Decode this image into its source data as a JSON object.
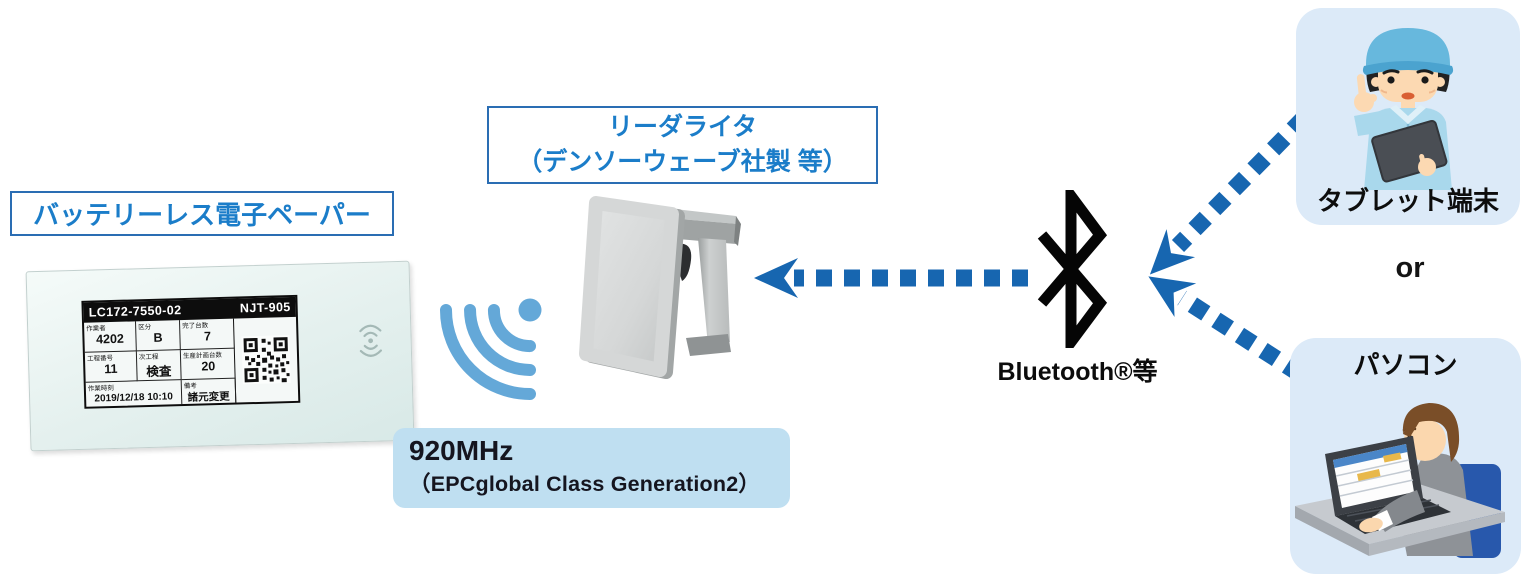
{
  "diagram": {
    "epaper": {
      "title": "バッテリーレス電子ペーパー",
      "display": {
        "header_left": "LC172-7550-02",
        "header_right": "NJT-905",
        "cells": [
          {
            "label": "作業者",
            "value": "4202"
          },
          {
            "label": "区分",
            "value": "B"
          },
          {
            "label": "完了台数",
            "value": "7"
          },
          {
            "label": "工程番号",
            "value": "11"
          },
          {
            "label": "次工程",
            "value": "検査"
          },
          {
            "label": "生産計画台数",
            "value": "20"
          },
          {
            "label": "作業時刻",
            "value": "2019/12/18 10:10"
          },
          {
            "label": "備考",
            "value": "諸元変更"
          }
        ]
      }
    },
    "reader": {
      "title_line1": "リーダライタ",
      "title_line2": "（デンソーウェーブ社製 等）"
    },
    "frequency": {
      "line1": "920MHz",
      "line2": "（EPCglobal Class Generation2）"
    },
    "bluetooth_label": "Bluetooth®等",
    "tablet_label": "タブレット端末",
    "or_label": "or",
    "pc_label": "パソコン"
  },
  "icons": {
    "radio_waves": "radio-waves-icon",
    "bluetooth": "bluetooth-icon",
    "nfc_antenna": "nfc-antenna-icon",
    "qr_code": "qr-code-icon",
    "arrows": [
      "dotted-arrow-reader",
      "dotted-arrow-tablet",
      "dotted-arrow-pc"
    ]
  },
  "colors": {
    "label_text_blue": "#1b7dc9",
    "label_border_blue": "#2a6db3",
    "arrow_blue": "#1766b0",
    "wave_blue": "#64a8d8",
    "freq_box_bg": "#bfdff1",
    "device_box_bg": "#dceaf8",
    "epaper_bg": "#e4f0ee",
    "bluetooth_black": "#050505"
  }
}
